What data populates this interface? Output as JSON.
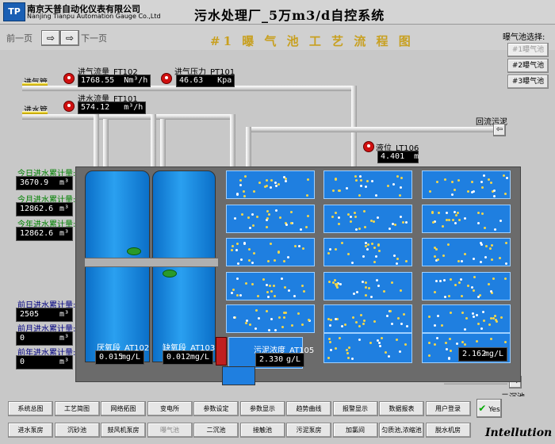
{
  "header": {
    "logo_text": "TP",
    "company_cn": "南京天普自动化仪表有限公司",
    "company_en": "Nanjing Tianpu Automation Gauge Co.,Ltd",
    "system_title": "污水处理厂_5万m3/d自控系统"
  },
  "nav": {
    "prev_label": "前一页",
    "next_label": "下一页",
    "prev_icon": "arrow-left",
    "next_icon": "arrow-right"
  },
  "page_title": "#1 曝 气 池 工 艺 流 程 图",
  "pool_selector": {
    "header": "曝气池选择:",
    "options": [
      "#1曝气池",
      "#2曝气池",
      "#3曝气池"
    ]
  },
  "pipes": {
    "air_pipe": "进气管",
    "water_pipe": "进水管",
    "return_sludge": "回流污泥",
    "secondary_pool": "二沉池"
  },
  "instruments": {
    "air_flow": {
      "label": "进气流量_FT102",
      "value": "1768.55",
      "unit": "Nm³/h"
    },
    "air_pressure": {
      "label": "进气压力_PT101",
      "value": "46.63",
      "unit": "Kpa"
    },
    "water_flow": {
      "label": "进水流量_FT101",
      "value": "574.12",
      "unit": "m³/h"
    },
    "level": {
      "label": "液位_LT106",
      "value": "4.401",
      "unit": "m"
    }
  },
  "totals_intake": [
    {
      "label": "今日进水累计量:",
      "value": "3670.9",
      "unit": "m³"
    },
    {
      "label": "今月进水累计量:",
      "value": "12862.6",
      "unit": "m³"
    },
    {
      "label": "今年进水累计量:",
      "value": "12862.6",
      "unit": "m³"
    }
  ],
  "totals_previous": [
    {
      "label": "前日进水累计量:",
      "value": "2505",
      "unit": "m³"
    },
    {
      "label": "前月进水累计量:",
      "value": "0",
      "unit": "m³"
    },
    {
      "label": "前年进水累计量:",
      "value": "0",
      "unit": "m³"
    }
  ],
  "analyzers": {
    "anaerobic": {
      "label": "厌氧段_AT102",
      "value": "0.015",
      "unit": "mg/L"
    },
    "anoxic": {
      "label": "缺氧段_AT103",
      "value": "0.012",
      "unit": "mg/L"
    },
    "sludge": {
      "label": "污泥浓度_AT105",
      "value": "2.330",
      "unit": "g/L"
    },
    "oxic": {
      "label": "",
      "value": "2.162",
      "unit": "mg/L"
    }
  },
  "menu_row1": [
    "系统总图",
    "工艺简图",
    "网络拓图",
    "变电所",
    "参数设定",
    "参数显示",
    "趋势曲线",
    "报警显示",
    "数据报表",
    "用户登录"
  ],
  "menu_row2": [
    "进水泵房",
    "沉砂池",
    "鼓风机泵房",
    "曝气池",
    "二沉池",
    "接触池",
    "污泥泵房",
    "加氯间",
    "匀质池,浓缩池",
    "脱水机房"
  ],
  "ok_label": "Yes",
  "brand": "Intellution",
  "colors": {
    "water": "#1f7fe0",
    "gauge_red": "#d01010",
    "green_label": "#008000",
    "title_gold": "#c8a020"
  }
}
